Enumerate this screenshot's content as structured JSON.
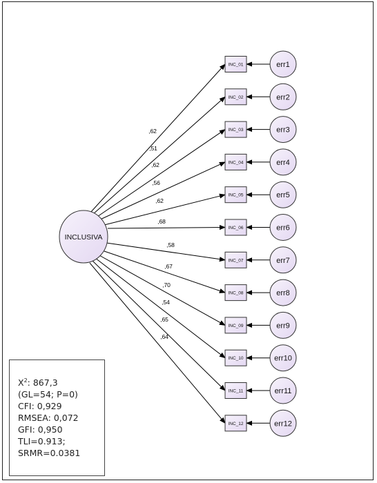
{
  "latent": {
    "label": "INCLUSIVA"
  },
  "indicators": [
    {
      "label": "INC_01",
      "error": "err1",
      "loading": ",62"
    },
    {
      "label": "INC_02",
      "error": "err2",
      "loading": ",51"
    },
    {
      "label": "INC_03",
      "error": "err3",
      "loading": ",62"
    },
    {
      "label": "INC_04",
      "error": "err4",
      "loading": ",56"
    },
    {
      "label": "INC_05",
      "error": "err5",
      "loading": ",62"
    },
    {
      "label": "INC_06",
      "error": "err6",
      "loading": ",68"
    },
    {
      "label": "INC_07",
      "error": "err7",
      "loading": ",58"
    },
    {
      "label": "INC_08",
      "error": "err8",
      "loading": ",67"
    },
    {
      "label": "INC_09",
      "error": "err9",
      "loading": ",70"
    },
    {
      "label": "INC_10",
      "error": "err10",
      "loading": ",54"
    },
    {
      "label": "INC_11",
      "error": "err11",
      "loading": ",65"
    },
    {
      "label": "INC_12",
      "error": "err12",
      "loading": ",64"
    }
  ],
  "fit": {
    "chi_prefix": "X",
    "chi_sup": "2",
    "chi_value": ": 867,3",
    "gl_p": "(GL=54; P=0)",
    "cfi": "CFI: 0,929",
    "rmsea": "RMSEA: 0,072",
    "gfi": "GFI: 0,950",
    "tli": "TLI=0.913;",
    "srmr": "SRMR=0.0381"
  },
  "colors": {
    "node_fill": "#ece4f6",
    "node_stroke": "#333333",
    "line": "#000000"
  }
}
